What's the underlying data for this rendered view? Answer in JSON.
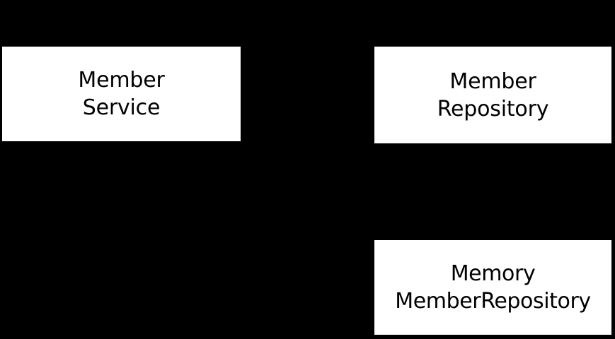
{
  "diagram": {
    "background_color": "#000000",
    "node_fill_color": "#FFFFFF",
    "node_text_color": "#000000",
    "nodes": [
      {
        "id": "member-service",
        "line1": "Member",
        "line2": "Service"
      },
      {
        "id": "member-repository",
        "line1": "Member",
        "line2": "Repository"
      },
      {
        "id": "memory-member-repository",
        "line1": "Memory",
        "line2": "MemberRepository"
      }
    ]
  }
}
